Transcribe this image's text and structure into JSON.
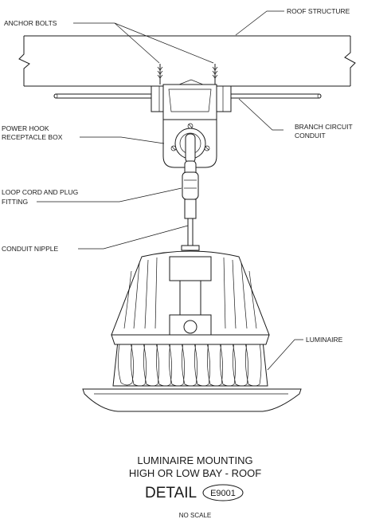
{
  "labels": {
    "anchor_bolts": "ANCHOR BOLTS",
    "roof_structure": "ROOF STRUCTURE",
    "power_hook_line1": "POWER HOOK",
    "power_hook_line2": "RECEPTACLE BOX",
    "branch_circuit_line1": "BRANCH CIRCUIT",
    "branch_circuit_line2": "CONDUIT",
    "loop_cord_line1": "LOOP CORD AND PLUG",
    "loop_cord_line2": "FITTING",
    "conduit_nipple": "CONDUIT NIPPLE",
    "luminaire": "LUMINAIRE"
  },
  "title": {
    "line1": "LUMINAIRE MOUNTING",
    "line2": "HIGH OR LOW BAY - ROOF",
    "detail_word": "DETAIL",
    "detail_number": "E9001",
    "scale": "NO SCALE"
  }
}
